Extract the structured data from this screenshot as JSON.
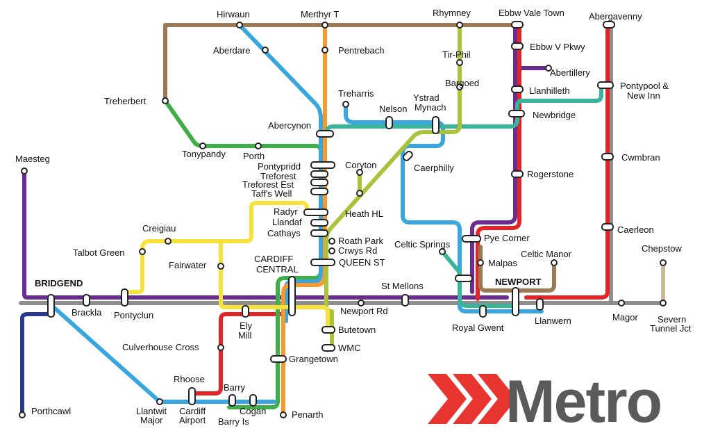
{
  "colors": {
    "brown": "#9b7a53",
    "light_blue": "#3aa6e0",
    "orange": "#f59a2f",
    "yellow_green": "#a9c43a",
    "purple": "#6a2c91",
    "red": "#e42526",
    "grey": "#8e8e8e",
    "green": "#3fae49",
    "teal": "#3ab59c",
    "yellow": "#f6e23a",
    "navy": "#2a3990",
    "tan": "#cbbd9a",
    "logo_red": "#e8352f",
    "logo_grey": "#5a5a5a"
  },
  "logo": {
    "text": "Metro",
    "icon": "triple-chevron-icon"
  },
  "stations": {
    "hirwaun": "Hirwaun",
    "merthyr": "Merthyr T",
    "rhymney": "Rhymney",
    "ebbw_vale_town": "Ebbw Vale Town",
    "abergavenny": "Abergavenny",
    "aberdare": "Aberdare",
    "pentrebach": "Pentrebach",
    "tir_phil": "Tir-Phil",
    "ebbw_v_pkwy": "Ebbw V Pkwy",
    "abertillery": "Abertillery",
    "bargoed": "Bargoed",
    "llanhilleth": "Llanhilleth",
    "pontypool_1": "Pontypool &",
    "pontypool_2": "New Inn",
    "treherbert": "Treherbert",
    "treharris": "Treharris",
    "ystrad_1": "Ystrad",
    "ystrad_2": "Mynach",
    "nelson": "Nelson",
    "newbridge": "Newbridge",
    "abercynon": "Abercynon",
    "tonypandy": "Tonypandy",
    "porth": "Porth",
    "maesteg": "Maesteg",
    "pontypridd": "Pontypridd",
    "coryton": "Coryton",
    "caerphilly": "Caerphilly",
    "cwmbran": "Cwmbran",
    "treforest": "Treforest",
    "treforest_est": "Treforest Est",
    "taffs_well": "Taff's Well",
    "rogerstone": "Rogerstone",
    "heath_hl": "Heath HL",
    "radyr": "Radyr",
    "llandaf": "Llandaf",
    "cathays": "Cathays",
    "creigiau": "Creigiau",
    "caerleon": "Caerleon",
    "pye_corner": "Pye Corner",
    "roath_park": "Roath Park",
    "crwys_rd": "Crwys Rd",
    "queen_st": "QUEEN ST",
    "celtic_springs": "Celtic Springs",
    "talbot_green": "Talbot Green",
    "cardiff_central_1": "CARDIFF",
    "cardiff_central_2": "CENTRAL",
    "fairwater": "Fairwater",
    "malpas": "Malpas",
    "celtic_manor": "Celtic Manor",
    "chepstow": "Chepstow",
    "bridgend": "BRIDGEND",
    "st_mellons": "St Mellons",
    "newport": "NEWPORT",
    "brackla": "Brackla",
    "pontyclun": "Pontyclun",
    "newport_rd": "Newport Rd",
    "magor": "Magor",
    "severn_1": "Severn",
    "severn_2": "Tunnel Jct",
    "royal_gwent": "Royal Gwent",
    "llanwern": "Llanwern",
    "ely_mill_1": "Ely",
    "ely_mill_2": "Mill",
    "butetown": "Butetown",
    "culverhouse": "Culverhouse Cross",
    "wmc": "WMC",
    "grangetown": "Grangetown",
    "rhoose": "Rhoose",
    "barry": "Barry",
    "porthcawl": "Porthcawl",
    "llantwit_1": "Llantwit",
    "llantwit_2": "Major",
    "cardiff_airport_1": "Cardiff",
    "cardiff_airport_2": "Airport",
    "cogan": "Cogan",
    "barry_is": "Barry Is",
    "penarth": "Penarth"
  }
}
